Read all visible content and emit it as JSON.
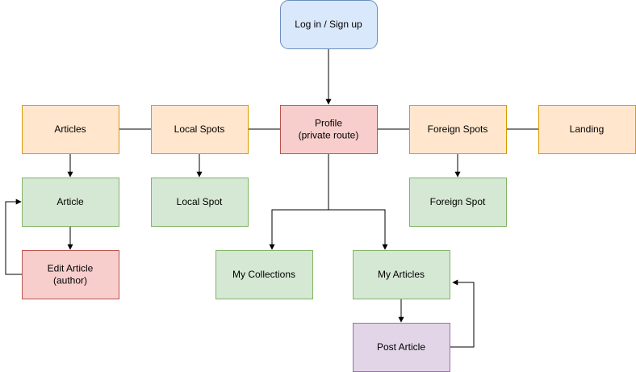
{
  "colors": {
    "blue_fill": "#dae8fc",
    "blue_stroke": "#6c8ebf",
    "orange_fill": "#ffe6cc",
    "orange_stroke": "#d79b00",
    "red_fill": "#f8cecc",
    "red_stroke": "#b85450",
    "green_fill": "#d5e8d4",
    "green_stroke": "#82b366",
    "purple_fill": "#e1d5e7",
    "purple_stroke": "#9673a6"
  },
  "nodes": {
    "login": {
      "lines": [
        "Log in / Sign up"
      ]
    },
    "articles": {
      "lines": [
        "Articles"
      ]
    },
    "local_spots": {
      "lines": [
        "Local Spots"
      ]
    },
    "profile": {
      "lines": [
        "Profile",
        "(private route)"
      ]
    },
    "foreign_spots": {
      "lines": [
        "Foreign Spots"
      ]
    },
    "landing": {
      "lines": [
        "Landing"
      ]
    },
    "article": {
      "lines": [
        "Article"
      ]
    },
    "local_spot": {
      "lines": [
        "Local Spot"
      ]
    },
    "foreign_spot": {
      "lines": [
        "Foreign Spot"
      ]
    },
    "edit_article": {
      "lines": [
        "Edit Article",
        "(author)"
      ]
    },
    "my_collections": {
      "lines": [
        "My Collections"
      ]
    },
    "my_articles": {
      "lines": [
        "My Articles"
      ]
    },
    "post_article": {
      "lines": [
        "Post Article"
      ]
    }
  }
}
